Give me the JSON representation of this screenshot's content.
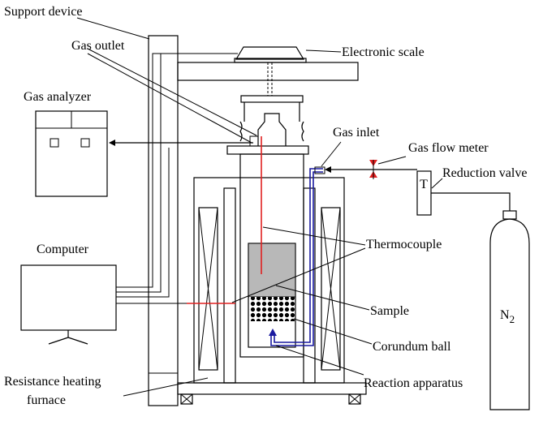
{
  "labels": {
    "support_device": "Support device",
    "electronic_scale": "Electronic scale",
    "gas_outlet": "Gas outlet",
    "gas_analyzer": "Gas analyzer",
    "gas_inlet": "Gas inlet",
    "gas_flow_meter": "Gas flow meter",
    "reduction_valve": "Reduction valve",
    "valve_mark": "T",
    "computer": "Computer",
    "thermocouple": "Thermocouple",
    "sample": "Sample",
    "n2_main": "N",
    "n2_sub": "2",
    "corundum_ball": "Corundum ball",
    "resistance_heating": "Resistance heating",
    "furnace": "furnace",
    "reaction_apparatus": "Reaction apparatus"
  },
  "colors": {
    "thermocouple": "#e02020",
    "gas_line": "#1a1aa0",
    "sample_fill": "#b8b8b8",
    "furnace_inner": "#d0d0d0",
    "scale_fill": "#ffffff",
    "valve_red": "#e02020"
  }
}
